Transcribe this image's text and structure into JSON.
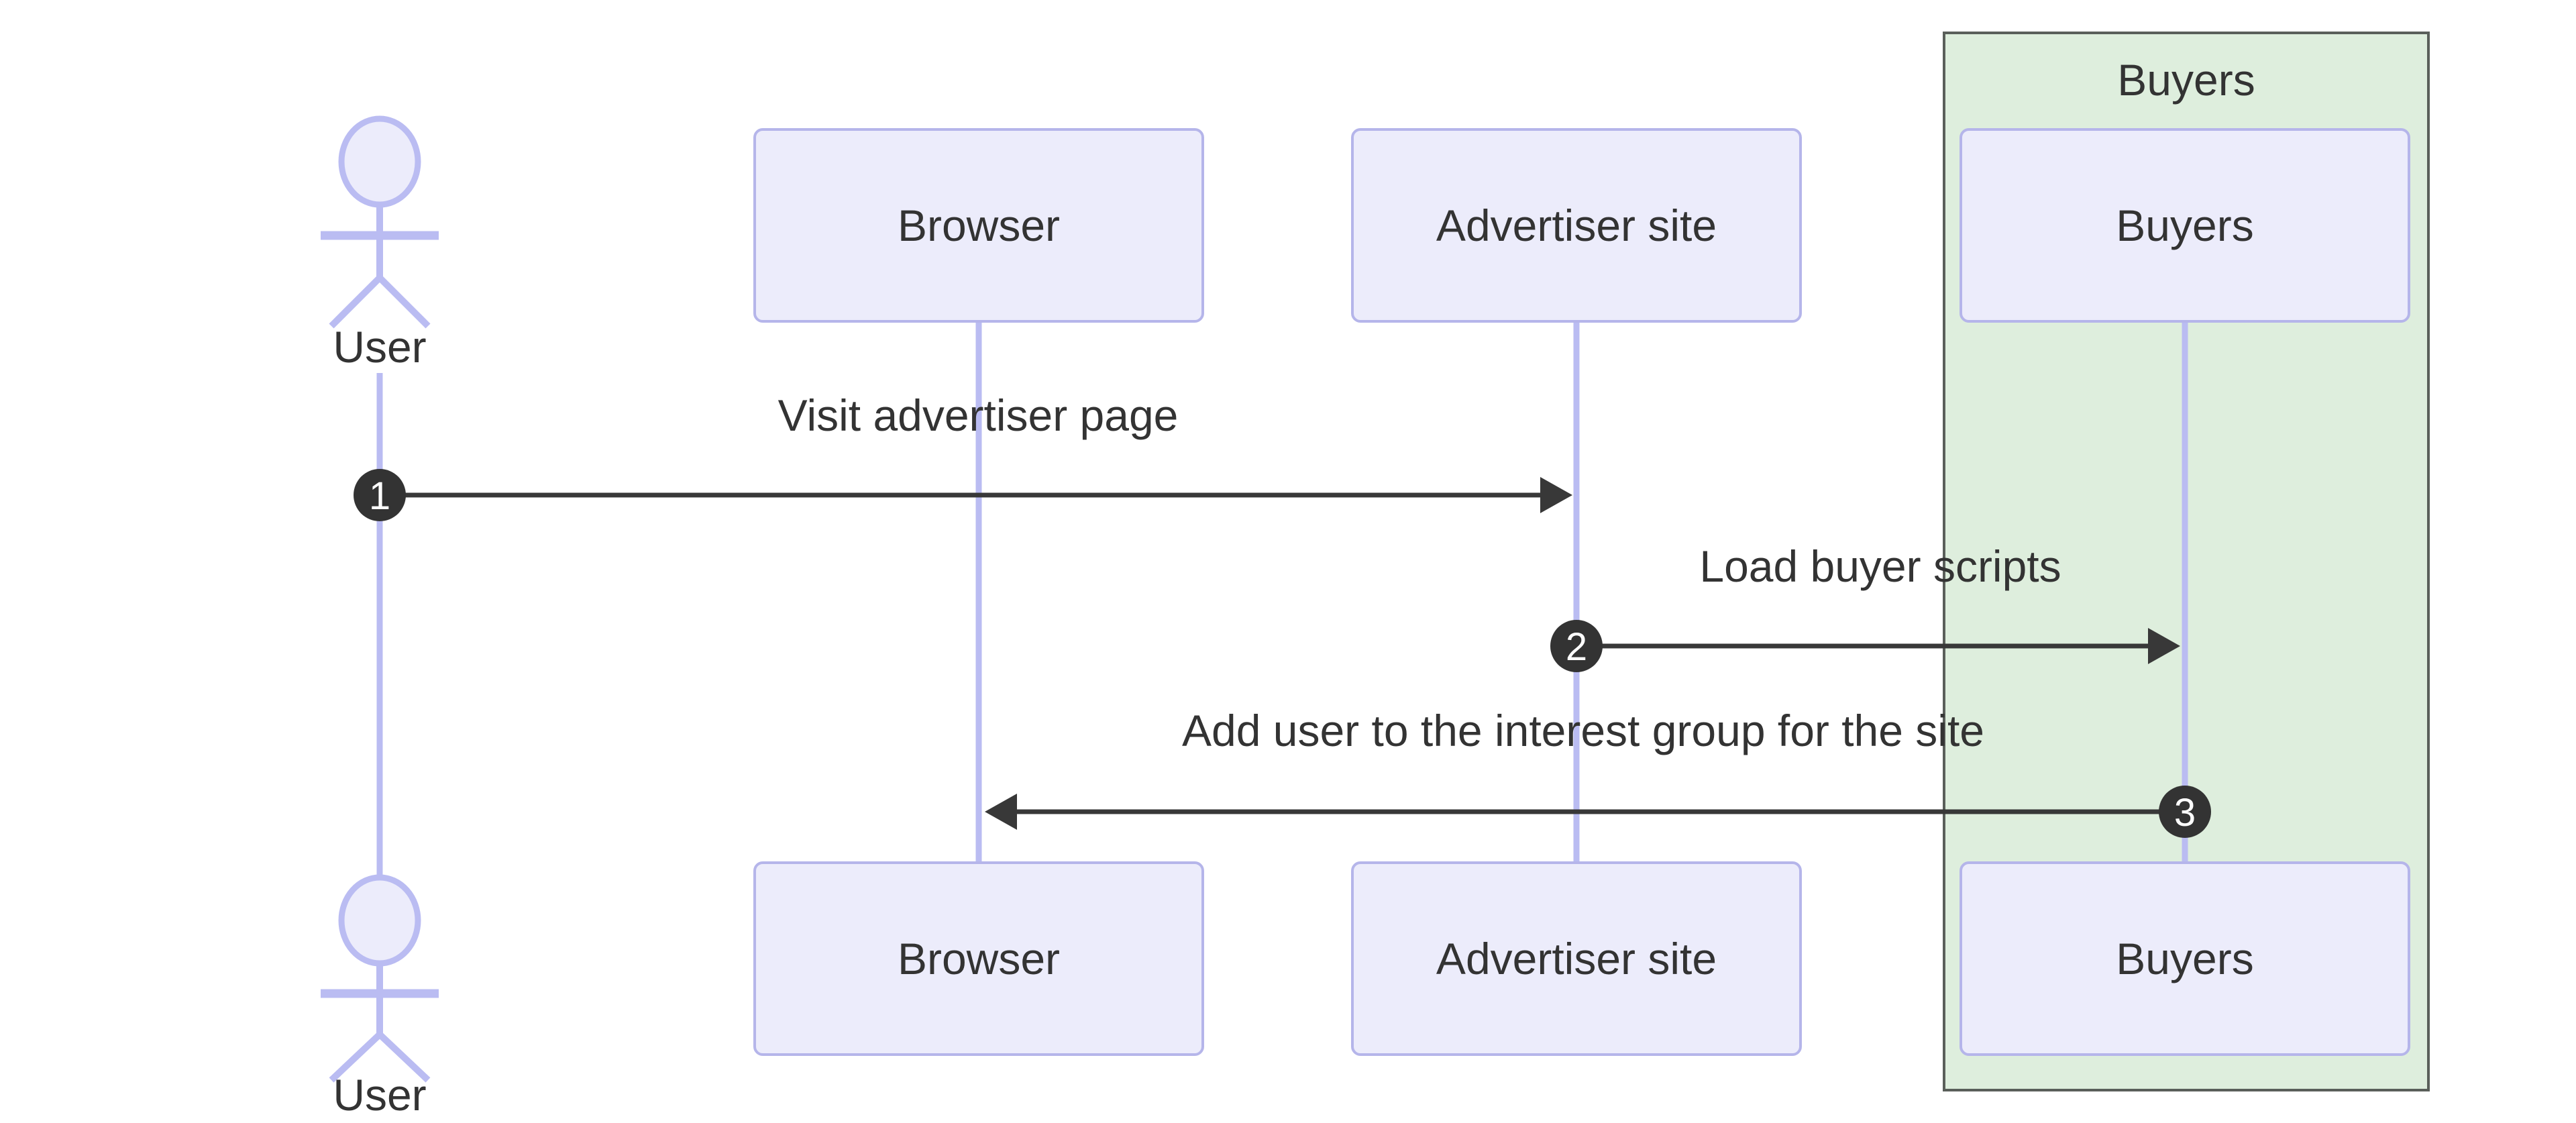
{
  "diagram": {
    "kind": "sequence-diagram",
    "background": "#ffffff",
    "colors": {
      "participant_fill": "#ececfb",
      "participant_border": "#b5b5ea",
      "lifeline": "#babcf2",
      "group_fill": "#deeedd",
      "group_border": "#5a5f5a",
      "message": "#383838",
      "sequence_number_fill": "#333333",
      "sequence_number_text": "#ffffff",
      "text": "#333333"
    },
    "actor": {
      "label": "User"
    },
    "participants": [
      {
        "label": "Browser"
      },
      {
        "label": "Advertiser site"
      },
      {
        "label": "Buyers"
      }
    ],
    "group": {
      "label": "Buyers"
    },
    "messages": [
      {
        "number": "1",
        "text": "Visit advertiser page",
        "from": "User",
        "to": "Advertiser site",
        "direction": "right"
      },
      {
        "number": "2",
        "text": "Load buyer scripts",
        "from": "Advertiser site",
        "to": "Buyers",
        "direction": "right"
      },
      {
        "number": "3",
        "text": "Add user to the interest group for the site",
        "from": "Buyers",
        "to": "Browser",
        "direction": "left"
      }
    ]
  }
}
